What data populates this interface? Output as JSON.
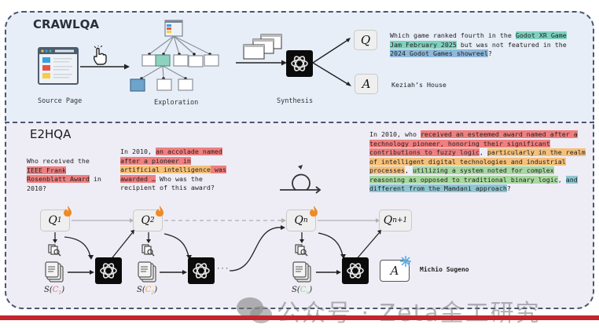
{
  "crawlqa": {
    "title": "CRAWLQA",
    "source_page_label": "Source Page",
    "exploration_label": "Exploration",
    "synthesis_label": "Synthesis",
    "q_symbol": "Q",
    "a_symbol": "A",
    "question_parts": [
      {
        "text": "Which game ranked fourth in the ",
        "hl": ""
      },
      {
        "text": "Godot XR Game Jam February 2025",
        "hl": "teal"
      },
      {
        "text": " but was not featured in the ",
        "hl": ""
      },
      {
        "text": "2024 Godot Games showreel",
        "hl": "blue"
      },
      {
        "text": "?",
        "hl": ""
      }
    ],
    "answer": "Keziah’s House"
  },
  "e2hqa": {
    "title": "E2HQA",
    "q1_text_parts": [
      {
        "text": "Who received the ",
        "hl": ""
      },
      {
        "text": "IEEE Frank Rosenblatt Award",
        "hl": "red"
      },
      {
        "text": " in 2010?",
        "hl": ""
      }
    ],
    "q2_text_parts": [
      {
        "text": "In 2010, ",
        "hl": ""
      },
      {
        "text": "an accolade named after a pioneer in ",
        "hl": "red"
      },
      {
        "text": "artificial intelligence",
        "hl": "orange"
      },
      {
        "text": " was awarded …",
        "hl": "red"
      },
      {
        "text": " Who was the recipient of this award?",
        "hl": ""
      }
    ],
    "qn_text_parts": [
      {
        "text": "In 2010, who ",
        "hl": ""
      },
      {
        "text": "received an esteemed award named after a technology pioneer, honoring their significant contributions to fuzzy logic",
        "hl": "red"
      },
      {
        "text": ", ",
        "hl": ""
      },
      {
        "text": "particularly in the realm of intelligent digital technologies and industrial processes",
        "hl": "orange"
      },
      {
        "text": ", ",
        "hl": ""
      },
      {
        "text": "utilizing a system noted for complex reasoning as opposed to traditional binary logic",
        "hl": "green"
      },
      {
        "text": ", ",
        "hl": ""
      },
      {
        "text": "and different from the Mamdani approach",
        "hl": "cyan"
      },
      {
        "text": "?",
        "hl": ""
      }
    ],
    "nodes": {
      "q1": {
        "base": "Q",
        "sub": "1"
      },
      "q2": {
        "base": "Q",
        "sub": "2"
      },
      "qn": {
        "base": "Q",
        "sub": "n"
      },
      "qn1": {
        "base": "Q",
        "sub": "n+1"
      }
    },
    "s_labels": [
      {
        "pre": "S(",
        "c": "C",
        "csub": "1",
        "post": ")",
        "color": "#e86a6a"
      },
      {
        "pre": "S(",
        "c": "C",
        "csub": "2",
        "post": ")",
        "color": "#f0a24a"
      },
      {
        "pre": "S(",
        "c": "C",
        "csub": "n",
        "post": ")",
        "color": "#8fcf8a"
      }
    ],
    "a_symbol": "A",
    "final_answer": "Michio Sugeno",
    "ellipsis": "···"
  },
  "colors": {
    "red": "#f07f7f",
    "orange": "#f5c07a",
    "teal": "#7fd1bf",
    "blue": "#8fb8da",
    "green": "#a8d8a0",
    "cyan": "#8ec6d2",
    "flame": "#f08a24",
    "snowflake": "#5aaee8",
    "footer_bar": "#c4262e"
  },
  "watermark": "公众号 · Zeta金工研究"
}
